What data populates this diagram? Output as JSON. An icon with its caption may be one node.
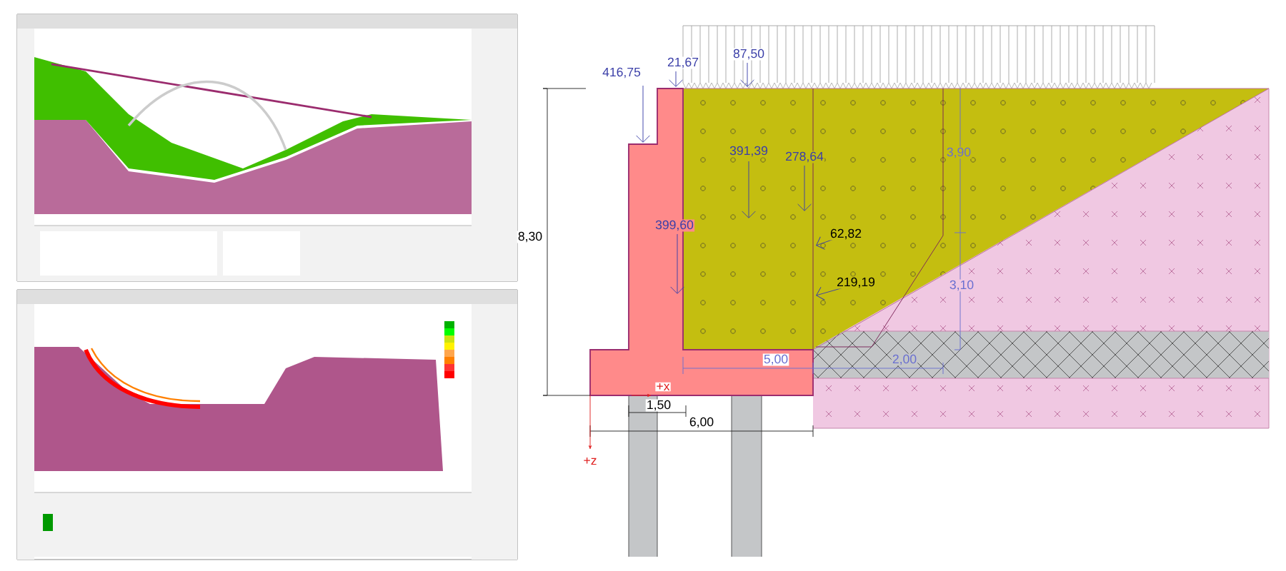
{
  "diagram": {
    "labels": [
      "21,67",
      "87,50",
      "416,75",
      "391,39",
      "278,64",
      "3,90",
      "8,30",
      "399,60",
      "62,82",
      "219,19",
      "3,10",
      "5,00",
      "2,00",
      "+x",
      "1,50",
      "6,00",
      "+z"
    ]
  }
}
